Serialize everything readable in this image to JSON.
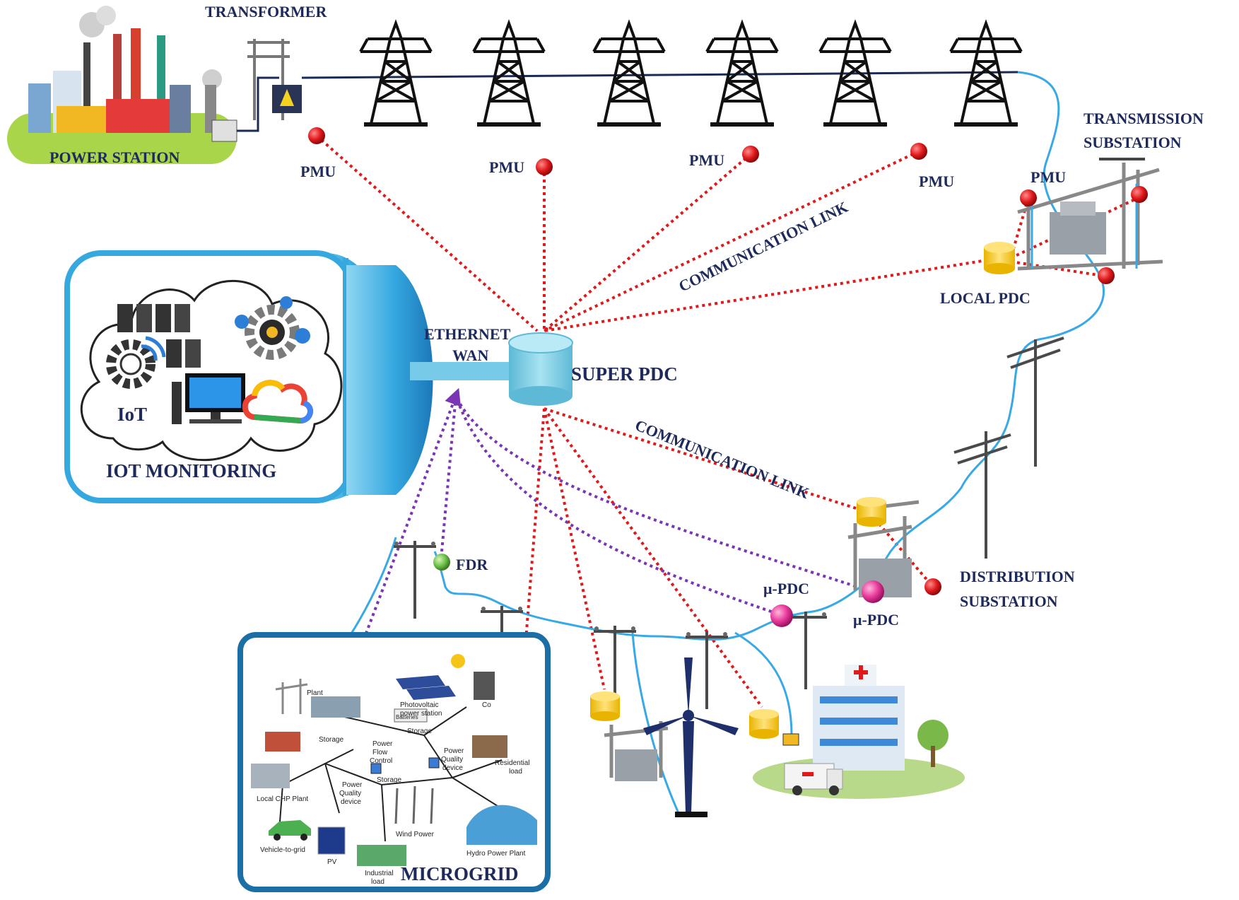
{
  "labels": {
    "power_station": "POWER STATION",
    "transformer": "TRANSFORMER",
    "transmission_substation_1": "TRANSMISSION",
    "transmission_substation_2": "SUBSTATION",
    "pmu": "PMU",
    "local_pdc": "LOCAL PDC",
    "comm_link_top": "COMMUNICATION  LINK",
    "comm_link_bottom": "COMMUNICATION  LINK",
    "ethernet_1": "ETHERNET",
    "ethernet_2": "WAN",
    "super_pdc": "SUPER PDC",
    "iot": "IoT",
    "iot_monitoring": "IOT MONITORING",
    "fdr": "FDR",
    "mu_pdc": "μ-PDC",
    "distribution_1": "DISTRIBUTION",
    "distribution_2": "SUBSTATION",
    "microgrid": "MICROGRID"
  },
  "microgrid_items": {
    "plant": "Plant",
    "pv_station_1": "Photovoltaic",
    "pv_station_2": "power station",
    "batteries": "Batteries",
    "storage": "Storage",
    "power_flow_1": "Power",
    "power_flow_2": "Flow",
    "power_flow_3": "Control",
    "pq_1": "Power",
    "pq_2": "Quality",
    "pq_3": "device",
    "residential_1": "Residential",
    "residential_2": "load",
    "chp": "Local CHP Plant",
    "v2g": "Vehicle-to-grid",
    "pv": "PV",
    "industrial_1": "Industrial",
    "industrial_2": "load",
    "wind": "Wind Power",
    "hydro": "Hydro Power Plant",
    "commercial": "Co"
  },
  "colors": {
    "pmu": "#e0191b",
    "comm_link": "#e0191b",
    "iot_link": "#7a35b5",
    "mu_pdc": "#e8389a",
    "fdr": "#6cc04a",
    "pdc_cylinder": "#ffd02a",
    "super_pdc": "#7fd0e6",
    "line_cyan": "#37a9e6",
    "iot_frame": "#35a8e0",
    "microgrid_frame": "#1b6fa6",
    "label": "#1f2a5c"
  },
  "icons": [
    "factory-icon",
    "transformer-icon",
    "tower-icon",
    "substation-icon",
    "cloud-icon",
    "server-icon",
    "gear-icon",
    "computer-icon",
    "google-cloud-icon",
    "wind-turbine-icon",
    "hospital-icon",
    "ambulance-icon",
    "utility-pole-icon",
    "solar-panel-icon",
    "electric-car-icon"
  ]
}
